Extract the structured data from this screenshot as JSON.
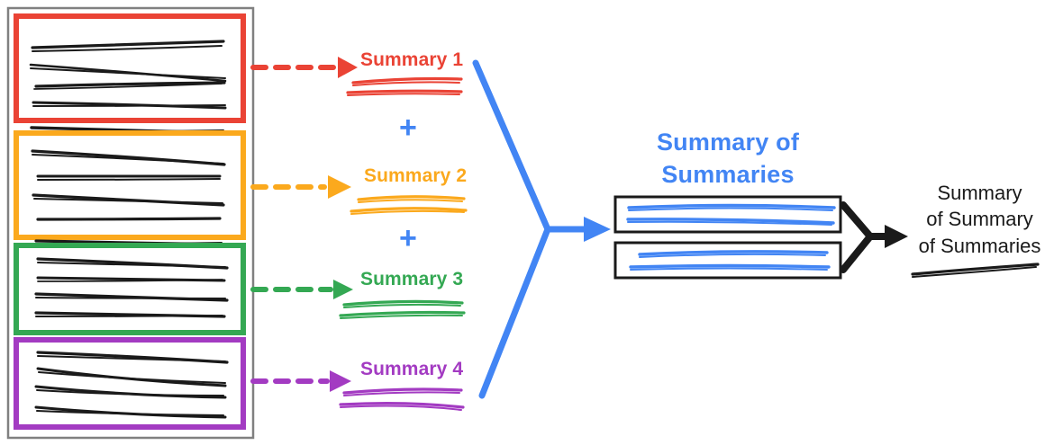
{
  "diagram": {
    "title_semantic": "hierarchical-summarization-diagram",
    "colors": {
      "red": "#EA4335",
      "orange": "#FBA91D",
      "green": "#34A853",
      "purple": "#A33BC2",
      "blue": "#4285F4",
      "black": "#1A1A1A",
      "gray_frame": "#808080"
    },
    "source_panel": {
      "name": "source-documents-panel",
      "groups": [
        {
          "label_color": "red",
          "color": "#EA4335",
          "lines": 5
        },
        {
          "label_color": "orange",
          "color": "#FBA91D",
          "lines": 5
        },
        {
          "label_color": "green",
          "color": "#34A853",
          "lines": 4
        },
        {
          "label_color": "purple",
          "color": "#A33BC2",
          "lines": 4
        }
      ]
    },
    "summaries": [
      {
        "label": "Summary 1",
        "color": "#EA4335",
        "arrow": "dashed-arrow-red"
      },
      {
        "label": "Summary 2",
        "color": "#FBA91D",
        "arrow": "dashed-arrow-orange"
      },
      {
        "label": "Summary 3",
        "color": "#34A853",
        "arrow": "dashed-arrow-green"
      },
      {
        "label": "Summary 4",
        "color": "#A33BC2",
        "arrow": "dashed-arrow-purple"
      }
    ],
    "operators": [
      {
        "symbol": "+",
        "color": "#4285F4"
      },
      {
        "symbol": "+",
        "color": "#4285F4"
      }
    ],
    "merge": {
      "name": "blue-merge-arrow",
      "color": "#4285F4"
    },
    "summary_of_summaries": {
      "title_line_1": "Summary of",
      "title_line_2": "Summaries",
      "color": "#4285F4",
      "boxes": 2
    },
    "final": {
      "title_line_1": "Summary",
      "title_line_2": "of Summary",
      "title_line_3": "of Summaries",
      "color": "#1A1A1A",
      "arrow": "black-merge-arrow"
    }
  }
}
